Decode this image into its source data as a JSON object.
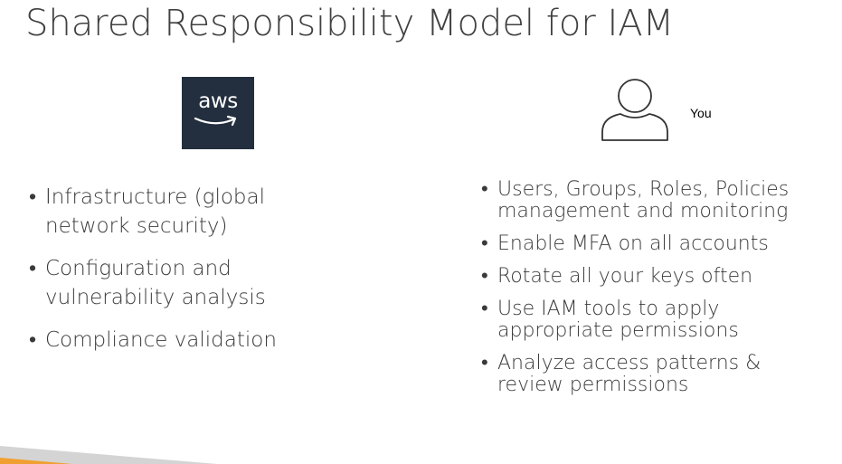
{
  "slide": {
    "title": "Shared Responsibility Model for IAM"
  },
  "aws_column": {
    "logo_text": "aws",
    "logo_icon": "aws-logo-icon",
    "items": [
      "Infrastructure (global network security)",
      "Configuration and vulnerability analysis",
      "Compliance validation"
    ]
  },
  "customer_column": {
    "icon": "user-icon",
    "label": "You",
    "items": [
      "Users, Groups, Roles, Policies management and monitoring",
      "Enable MFA on all accounts",
      "Rotate all your keys often",
      "Use IAM tools to apply appropriate permissions",
      "Analyze access patterns & review permissions"
    ]
  },
  "colors": {
    "aws_logo_bg": "#232f3e",
    "title_text": "#404040",
    "body_text": "#3a3a3a",
    "accent_orange": "#f0a030"
  }
}
